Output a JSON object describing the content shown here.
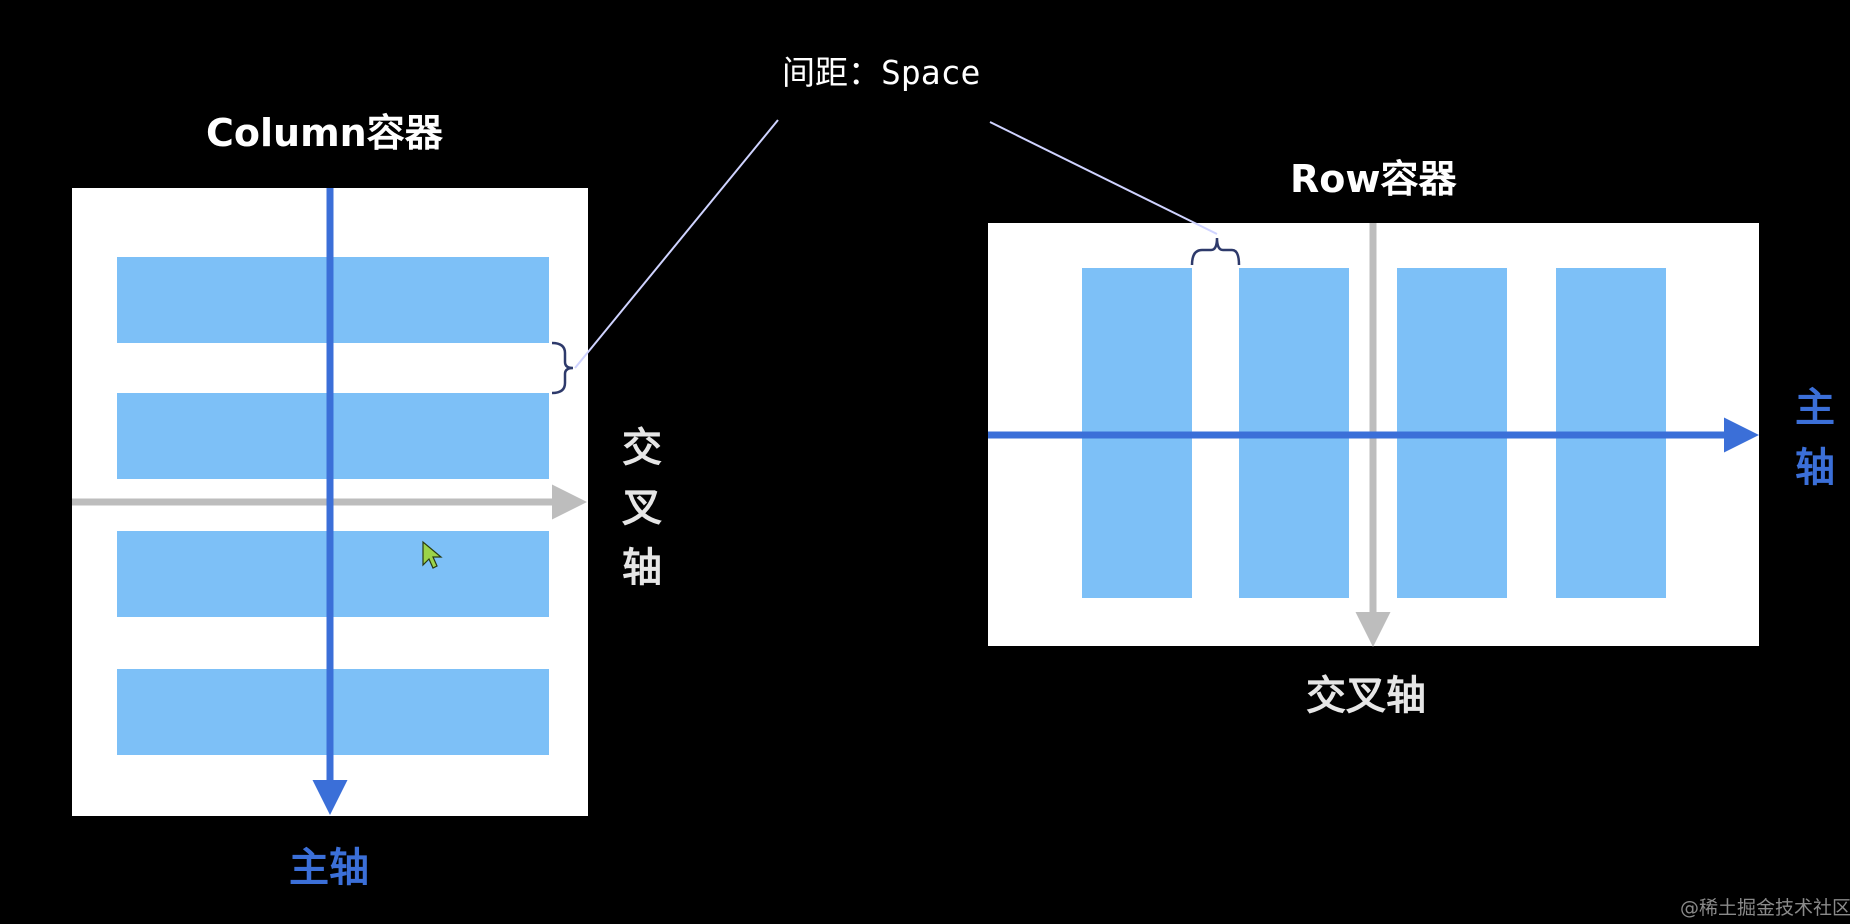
{
  "spacing_label": "间距：Space",
  "column": {
    "title": "Column容器",
    "main_axis_label": "主轴",
    "cross_axis_label": [
      "交",
      "叉",
      "轴"
    ]
  },
  "row": {
    "title": "Row容器",
    "main_axis_label": [
      "主",
      "轴"
    ],
    "cross_axis_label": "交叉轴"
  },
  "watermark": "@稀土掘金技术社区",
  "colors": {
    "background": "#000000",
    "container": "#ffffff",
    "child": "#7dc0f7",
    "main_axis": "#3b6fd8",
    "cross_axis": "#bdbdbd",
    "pointer_line": "#cfd3ff"
  }
}
